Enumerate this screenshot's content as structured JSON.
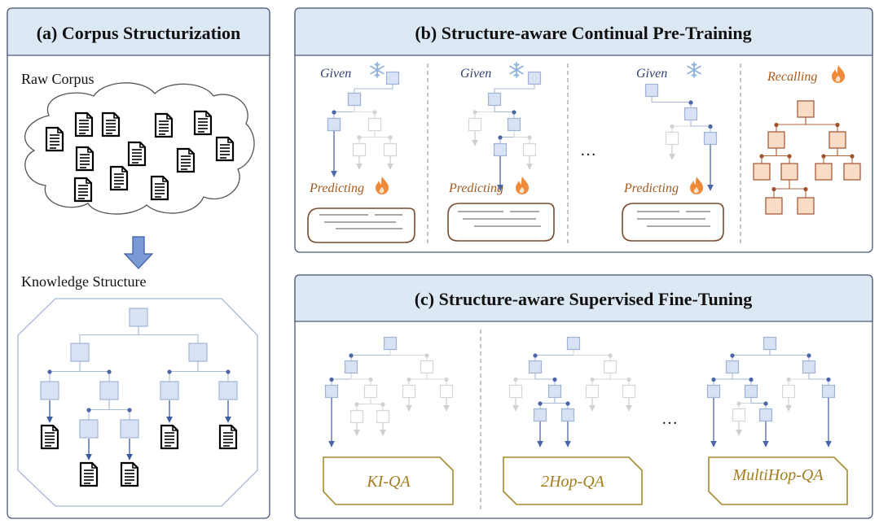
{
  "panels": {
    "a": {
      "title": "(a) Corpus Structurization",
      "raw_label": "Raw Corpus",
      "structure_label": "Knowledge Structure"
    },
    "b": {
      "title": "(b)  Structure-aware Continual Pre-Training",
      "given_label": "Given",
      "predicting_label": "Predicting",
      "recalling_label": "Recalling",
      "ellipsis": "…"
    },
    "c": {
      "title": "(c)  Structure-aware Supervised Fine-Tuning",
      "ellipsis": "…",
      "boxes": [
        "KI-QA",
        "2Hop-QA",
        "MultiHop-QA"
      ]
    }
  },
  "colors": {
    "header_fill": "#dde8f5",
    "border": "#4a5a78",
    "node_blue_fill": "#d9e2f4",
    "node_blue_stroke": "#9fb3d8",
    "arrow_blue": "#4a66a8",
    "given_text": "#2e3f73",
    "predict_text": "#a35a1e",
    "brown_border": "#7a4a2a",
    "orange_fill": "#f9dcc6",
    "orange_stroke": "#a0522d",
    "gold_border": "#a68a2e",
    "gold_text": "#a37d1e",
    "faded": "#d6d6d6",
    "flame": "#f08a3a",
    "snowflake": "#8fb3dd"
  },
  "icons": [
    "document-icon",
    "snowflake-icon",
    "flame-icon",
    "down-arrow-icon"
  ]
}
